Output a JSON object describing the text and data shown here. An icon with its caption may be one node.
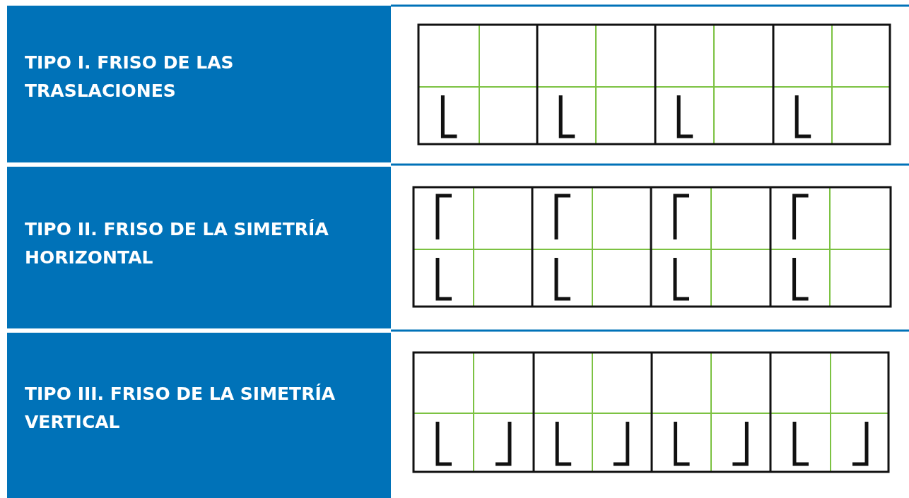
{
  "diagram": {
    "nodes": [
      {
        "text": [
          "TIPO I. FRISO DE LAS TRASLACIONES"
        ]
      },
      {
        "text": [
          "TIPO II. FRISO DE LA SIMETRÍA HORIZONTAL"
        ]
      },
      {
        "text": [
          "TIPO III. FRISO DE LA SIMETRÍA VERTICAL"
        ]
      }
    ]
  }
}
